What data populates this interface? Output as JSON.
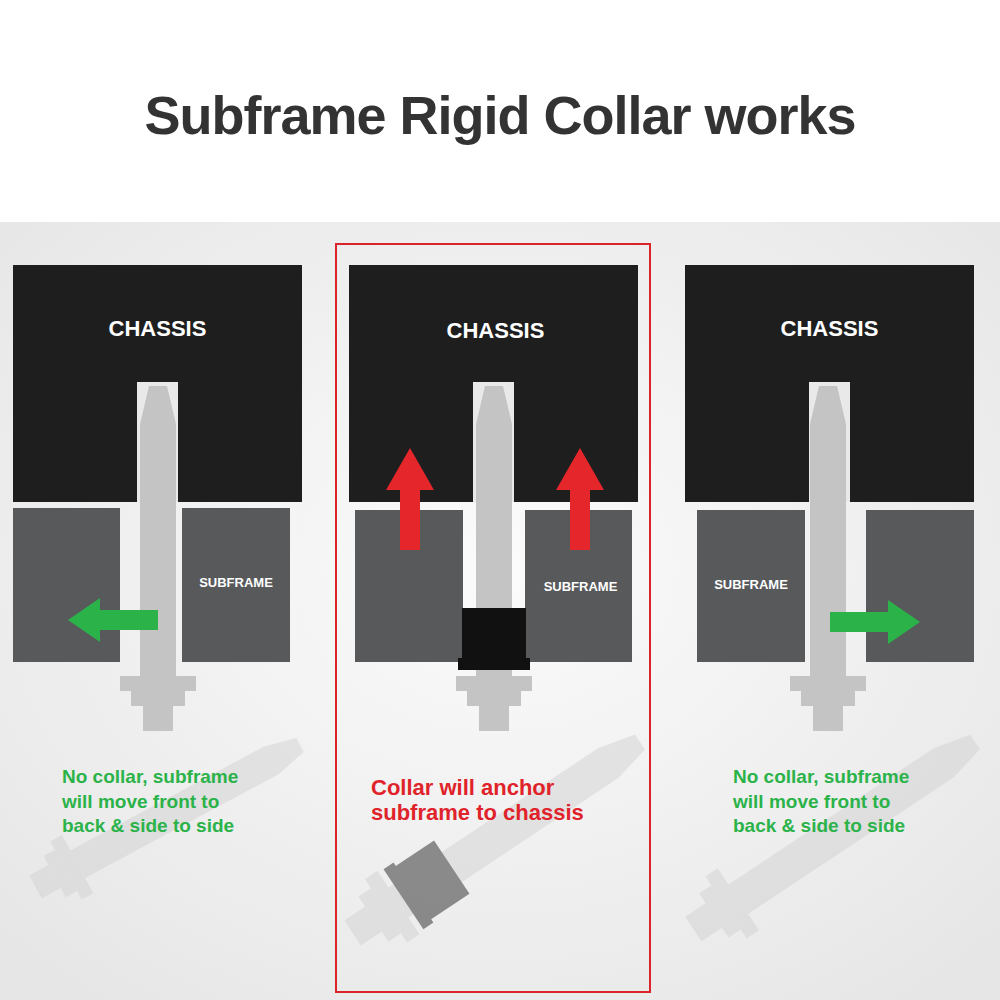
{
  "diagram": {
    "title": "Subframe Rigid Collar works",
    "nodes": [
      {
        "text": [
          "CHASSIS"
        ]
      },
      {
        "text": [
          "SUBFRAME"
        ]
      },
      {
        "text": [
          "Collar will anchor subframe to chassis"
        ]
      },
      {
        "text": [
          "CHASSIS"
        ],
        "in": 2
      },
      {
        "text": [
          "SUBFRAME"
        ],
        "in": 2
      },
      {
        "text": [
          "CHASSIS"
        ]
      },
      {
        "text": [
          "SUBFRAME"
        ]
      }
    ],
    "labels": [
      "No collar, subframe will move front to back & side to side",
      "No collar, subframe will move front to back & side to side"
    ]
  }
}
